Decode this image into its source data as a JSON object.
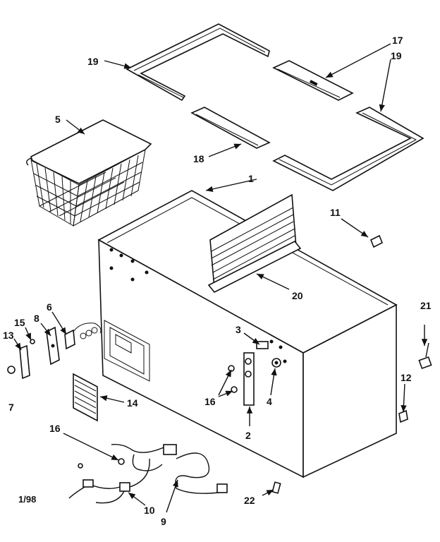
{
  "labels": {
    "p1": "1",
    "p2": "2",
    "p3": "3",
    "p4": "4",
    "p5": "5",
    "p6": "6",
    "p7": "7",
    "p8": "8",
    "p9": "9",
    "p10": "10",
    "p11": "11",
    "p12": "12",
    "p13": "13",
    "p14": "14",
    "p15": "15",
    "p16a": "16",
    "p16b": "16",
    "p17": "17",
    "p18": "18",
    "p19a": "19",
    "p19b": "19",
    "p20": "20",
    "p21": "21",
    "p22": "22"
  },
  "date_code": "1/98"
}
